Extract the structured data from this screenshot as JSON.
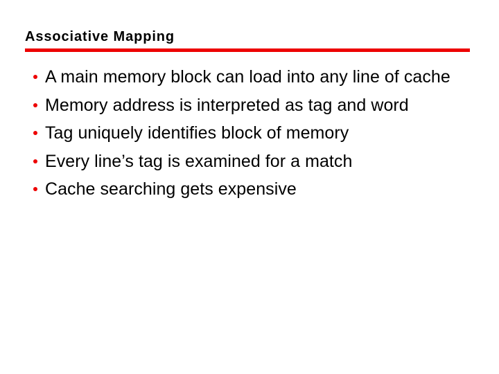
{
  "slide": {
    "title": "Associative Mapping",
    "background_color": "#FFFFFF",
    "title_color": "#000000",
    "accent_color": "#ED0000",
    "body_text_color": "#000000",
    "rule": {
      "name": "title-underline-rule",
      "color": "#ED0000"
    },
    "bullets": [
      {
        "marker": "red-dot-bullet",
        "text": "A main memory block can load into any line of cache"
      },
      {
        "marker": "red-dot-bullet",
        "text": "Memory address is interpreted as tag and word"
      },
      {
        "marker": "red-dot-bullet",
        "text": "Tag uniquely identifies block of memory"
      },
      {
        "marker": "red-dot-bullet",
        "text": "Every line’s tag is examined for a match"
      },
      {
        "marker": "red-dot-bullet",
        "text": "Cache searching gets expensive"
      }
    ]
  }
}
